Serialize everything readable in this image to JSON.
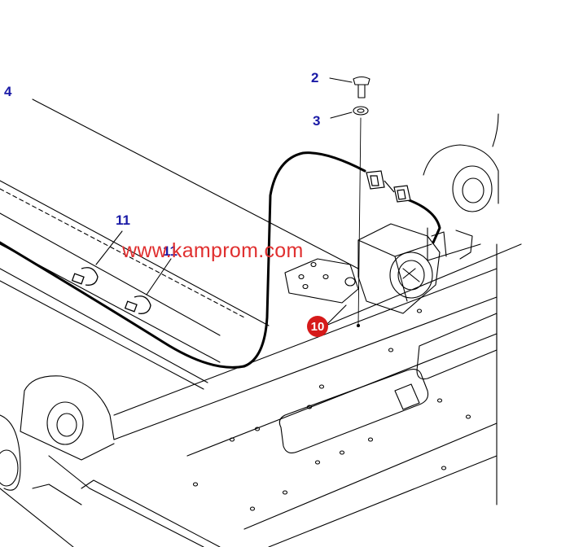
{
  "diagram": {
    "callouts": {
      "c4": "4",
      "c2": "2",
      "c3": "3",
      "c11a": "11",
      "c11b": "11",
      "c10": "10"
    },
    "watermark": "www.kamprom.com",
    "colors": {
      "line": "#000000",
      "callout_text": "#1a1aa6",
      "callout_badge": "#d61a1a",
      "watermark": "#e03030"
    }
  }
}
